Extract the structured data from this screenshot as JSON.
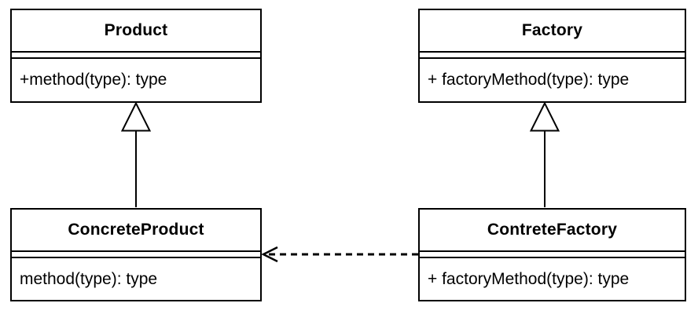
{
  "diagram": {
    "type": "uml-class-diagram",
    "background_color": "#ffffff",
    "line_color": "#000000",
    "classes": [
      {
        "id": "product",
        "name": "Product",
        "attributes": [],
        "methods": [
          "+method(type): type"
        ]
      },
      {
        "id": "factory",
        "name": "Factory",
        "attributes": [],
        "methods": [
          "+ factoryMethod(type): type"
        ]
      },
      {
        "id": "concrete-product",
        "name": "ConcreteProduct",
        "attributes": [],
        "methods": [
          "method(type): type"
        ]
      },
      {
        "id": "contrete-factory",
        "name": "ContreteFactory",
        "attributes": [],
        "methods": [
          "+ factoryMethod(type): type"
        ]
      }
    ],
    "relationships": [
      {
        "type": "generalization",
        "from": "ConcreteProduct",
        "to": "Product",
        "line": "solid",
        "head": "hollow-triangle"
      },
      {
        "type": "generalization",
        "from": "ContreteFactory",
        "to": "Factory",
        "line": "solid",
        "head": "hollow-triangle"
      },
      {
        "type": "dependency",
        "from": "ContreteFactory",
        "to": "ConcreteProduct",
        "line": "dashed",
        "head": "open-arrow"
      }
    ]
  }
}
